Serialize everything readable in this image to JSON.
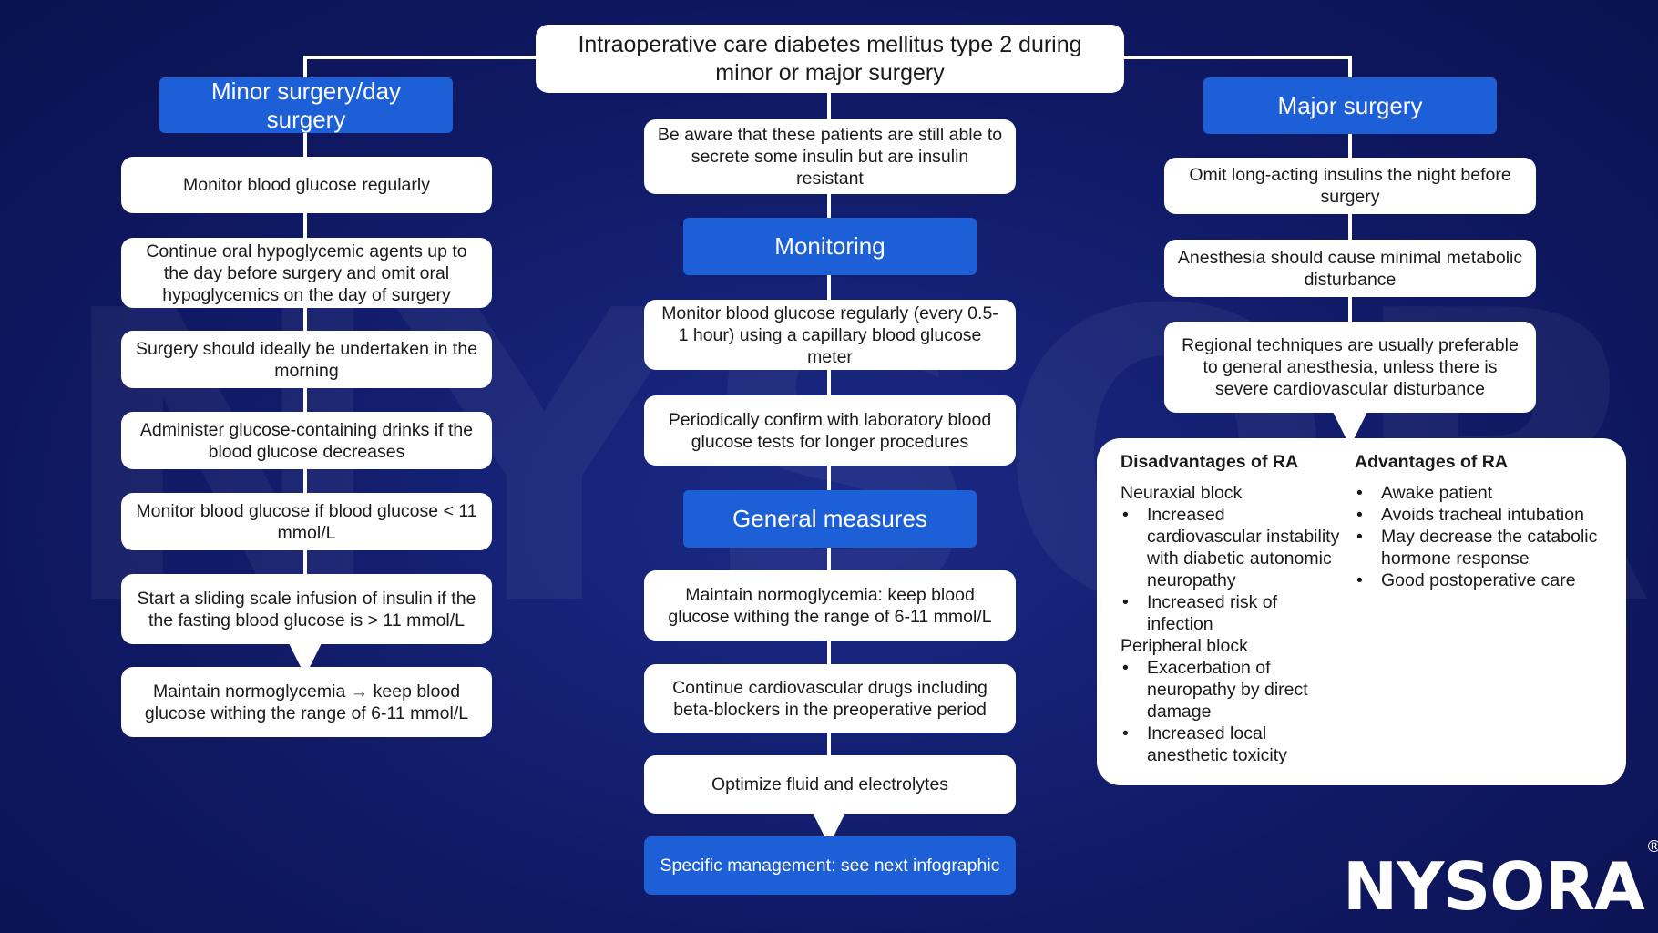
{
  "watermark": "NYSORA",
  "title": "Intraoperative care diabetes mellitus type 2 during minor or major surgery",
  "minor": {
    "header": "Minor surgery/day surgery",
    "steps": [
      "Monitor blood glucose regularly",
      "Continue oral hypoglycemic agents up to the day before surgery and omit oral hypoglycemics on the day of surgery",
      "Surgery should ideally be undertaken in the morning",
      "Administer glucose-containing drinks if the blood glucose decreases",
      "Monitor blood glucose if blood glucose < 11 mmol/L",
      "Start a sliding scale infusion of insulin if the the fasting blood glucose is > 11 mmol/L",
      "Maintain normoglycemia → keep blood glucose withing the range of 6-11 mmol/L"
    ]
  },
  "center": {
    "intro": "Be aware that these patients are still able to secrete some insulin but are insulin resistant",
    "monitoring_header": "Monitoring",
    "monitoring": [
      "Monitor blood glucose regularly (every 0.5-1 hour) using a capillary blood glucose meter",
      "Periodically confirm with laboratory blood glucose tests for longer procedures"
    ],
    "general_header": "General measures",
    "general": [
      "Maintain normoglycemia: keep blood glucose withing the range of 6-11 mmol/L",
      "Continue cardiovascular drugs including beta-blockers in the preoperative period",
      "Optimize fluid and electrolytes"
    ],
    "final": "Specific management: see next infographic"
  },
  "major": {
    "header": "Major surgery",
    "steps": [
      "Omit long-acting insulins the night before surgery",
      "Anesthesia should cause minimal metabolic disturbance",
      "Regional techniques are usually preferable to general anesthesia, unless there is severe cardiovascular disturbance"
    ]
  },
  "ra": {
    "disadvantages_title": "Disadvantages of RA",
    "neuraxial_label": "Neuraxial block",
    "neuraxial": [
      "Increased cardiovascular instability with diabetic autonomic neuropathy",
      "Increased risk of infection"
    ],
    "peripheral_label": "Peripheral block",
    "peripheral": [
      "Exacerbation of neuropathy by direct damage",
      "Increased local anesthetic toxicity"
    ],
    "advantages_title": "Advantages of RA",
    "advantages": [
      "Awake patient",
      "Avoids tracheal intubation",
      "May decrease the catabolic hormone response",
      "Good postoperative care"
    ]
  },
  "logo": {
    "text": "NYSORA",
    "mark": "®"
  },
  "colors": {
    "background": "#101a66",
    "header_blue": "#1c5fd6",
    "box": "#ffffff"
  }
}
